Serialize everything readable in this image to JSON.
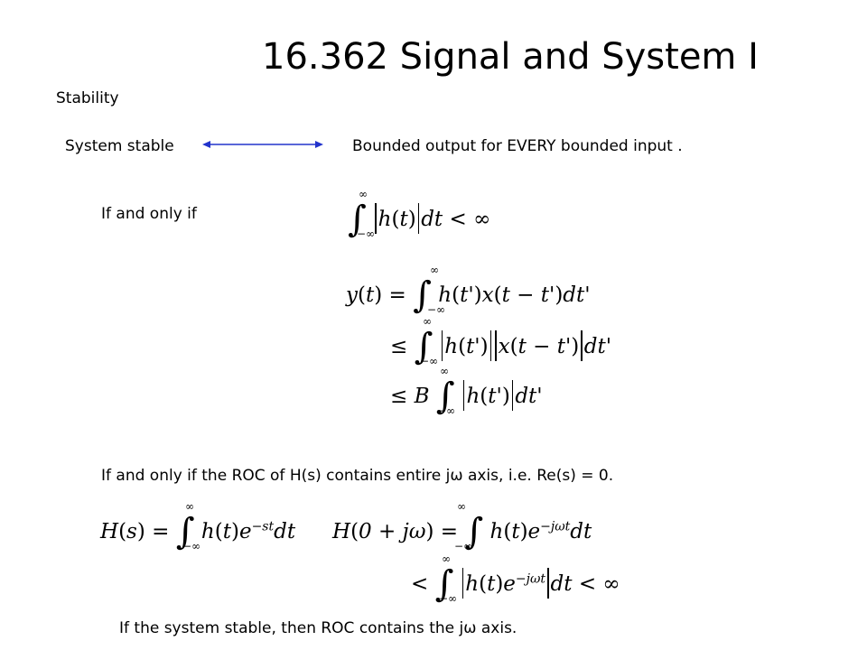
{
  "title": "16.362 Signal and System I",
  "section": "Stability",
  "system_stable": "System stable",
  "bounded_text": "Bounded output for EVERY bounded input .",
  "iff": "If and only if",
  "iff_roc": "If and only if the ROC of H(s) contains entire jω axis, i.e. Re(s) = 0.",
  "conclusion": "If the system stable, then ROC contains the jω axis.",
  "arrow_color": "#2233cc"
}
